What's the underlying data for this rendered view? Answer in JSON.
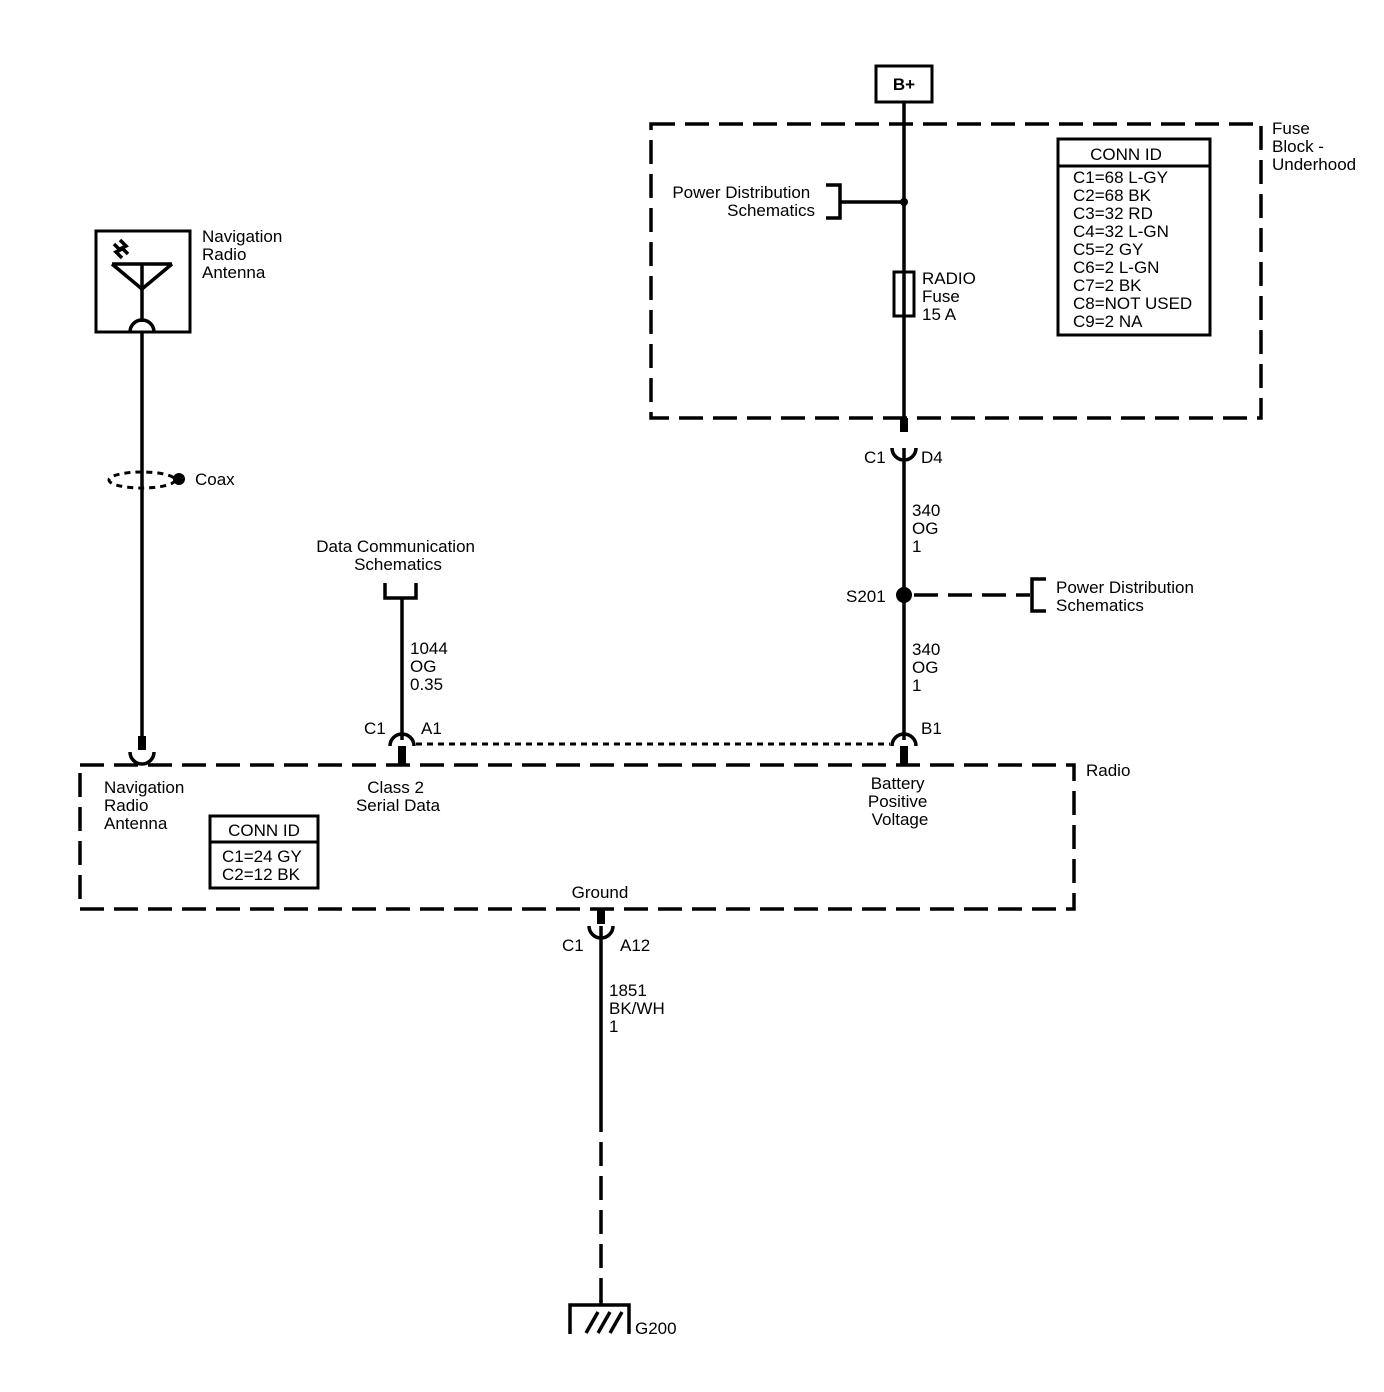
{
  "power_source": "B+",
  "fuse_block": {
    "name": [
      "Fuse",
      "Block -",
      "Underhood"
    ],
    "power_dist_ref": [
      "Power Distribution",
      "Schematics"
    ],
    "fuse": [
      "RADIO",
      "Fuse",
      "15 A"
    ],
    "conn_id": {
      "title": "CONN ID",
      "rows": [
        "C1=68 L-GY",
        "C2=68 BK",
        "C3=32 RD",
        "C4=32 L-GN",
        "C5=2 GY",
        "C6=2 L-GN",
        "C7=2 BK",
        "C8=NOT USED",
        "C9=2 NA"
      ]
    },
    "out_conn": "C1",
    "out_pin": "D4"
  },
  "wire_340_upper": [
    "340",
    "OG",
    "1"
  ],
  "splice": {
    "id": "S201",
    "ref": [
      "Power Distribution",
      "Schematics"
    ]
  },
  "wire_340_lower": [
    "340",
    "OG",
    "1"
  ],
  "antenna": {
    "name": [
      "Navigation",
      "Radio",
      "Antenna"
    ],
    "coax": "Coax"
  },
  "data_comm": {
    "ref": [
      "Data Communication",
      "Schematics"
    ],
    "wire": [
      "1044",
      "OG",
      "0.35"
    ],
    "conn": "C1",
    "pin": "A1"
  },
  "battery_pin": "B1",
  "radio": {
    "name": "Radio",
    "antenna_label": [
      "Navigation",
      "Radio",
      "Antenna"
    ],
    "class2_label": [
      "Class 2",
      "Serial Data"
    ],
    "battery_label": [
      "Battery",
      "Positive",
      "Voltage"
    ],
    "conn_id": {
      "title": "CONN ID",
      "rows": [
        "C1=24 GY",
        "C2=12 BK"
      ]
    },
    "ground_label": "Ground",
    "ground_conn": "C1",
    "ground_pin": "A12"
  },
  "ground_wire": [
    "1851",
    "BK/WH",
    "1"
  ],
  "ground_id": "G200"
}
